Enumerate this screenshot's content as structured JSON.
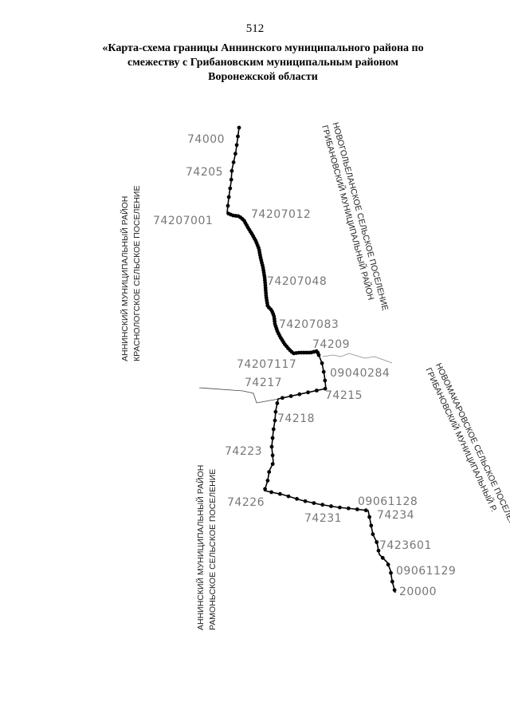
{
  "page_number": "512",
  "title_lines": [
    "«Карта-схема границы Аннинского муниципального района по",
    "смежеству с Грибановским муниципальным районом",
    "Воронежской области"
  ],
  "point_labels": {
    "p74000": "74000",
    "p74205": "74205",
    "p74207001": "74207001",
    "p74207012": "74207012",
    "p74207048": "74207048",
    "p74207083": "74207083",
    "p74209": "74209",
    "p74207117": "74207117",
    "p09040284": "09040284",
    "p74217": "74217",
    "p74215": "74215",
    "p74218": "74218",
    "p74223": "74223",
    "p74226": "74226",
    "p74231": "74231",
    "p09061128": "09061128",
    "p74234": "74234",
    "p74236": "7423601",
    "p09061129": "09061129",
    "p20000": "20000"
  },
  "regions": {
    "anninsky_krasnologskoe": {
      "line1": "АННИНСКИЙ МУНИЦИПАЛЬНЫЙ РАЙОН",
      "line2": "КРАСНОЛОГСКОЕ СЕЛЬСКОЕ ПОСЕЛЕНИЕ"
    },
    "gribanovsky_novogolelskoe": {
      "line1": "ГРИБАНОВСКИЙ МУНИЦИПАЛЬНЫЙ РАЙОН",
      "line2": "НОВОГОЛЬЕЛАНСКОЕ СЕЛЬСКОЕ ПОСЕЛЕНИЕ"
    },
    "gribanovsky_novomakarovskoe": {
      "line1": "ГРИБАНОВСКИЙ МУНИЦИПАЛЬНЫЙ Р.",
      "line2": "НОВОМАКАРОВСКОЕ СЕЛЬСКОЕ ПОСЕЛЕНИЕ"
    },
    "anninsky_ramonskoe": {
      "line1": "АННИНСКИЙ МУНИЦИПАЛЬНЫЙ РАЙОН",
      "line2": "РАМОНЬСКОЕ СЕЛЬСКОЕ ПОСЕЛЕНИЕ"
    }
  }
}
